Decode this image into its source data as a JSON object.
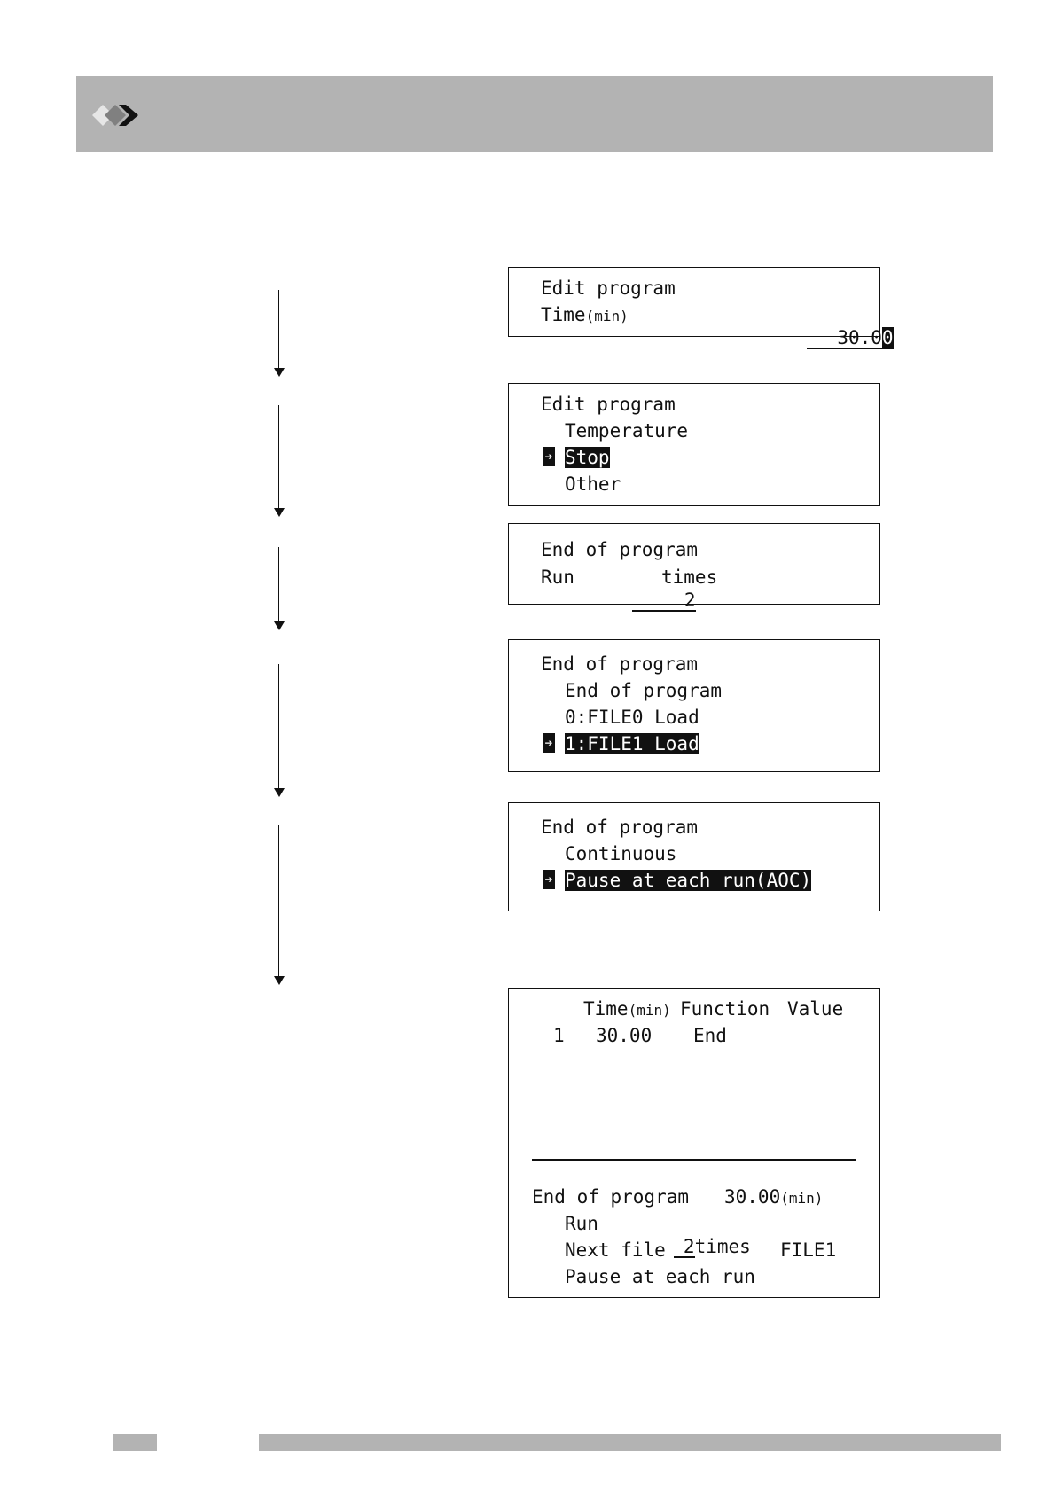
{
  "screen1": {
    "title": "Edit program",
    "label": "Time",
    "unit": "(min)",
    "value": "30.0",
    "cursor": "0"
  },
  "screen2": {
    "title": "Edit program",
    "items": [
      "Temperature",
      "Stop",
      "Other"
    ]
  },
  "screen3": {
    "title": "End of program",
    "label": "Run",
    "value": "2",
    "suffix": "times"
  },
  "screen4": {
    "title": "End of program",
    "items": [
      "End of program",
      "0:FILE0 Load",
      "1:FILE1 Load"
    ]
  },
  "screen5": {
    "title": "End of program",
    "items": [
      "Continuous",
      "Pause at each run(AOC)"
    ]
  },
  "screen6": {
    "headers": {
      "time": "Time",
      "time_unit": "(min)",
      "function": "Function",
      "value": "Value"
    },
    "row": {
      "num": "1",
      "time": "30.00",
      "function": "End"
    },
    "summary": {
      "title": "End of program",
      "time": "30.00",
      "unit": "(min)",
      "run_label": "Run",
      "run_value": "2",
      "run_suffix": "times",
      "next_label": "Next file",
      "next_value": "FILE1",
      "pause": "Pause at each run"
    }
  },
  "colors": {
    "header_bar": "#b3b3b3",
    "ink": "#111111"
  },
  "icons": {
    "header": "double-chevron-icon",
    "pointer": "pointer-arrow-icon",
    "flow": "down-arrow-icon"
  }
}
